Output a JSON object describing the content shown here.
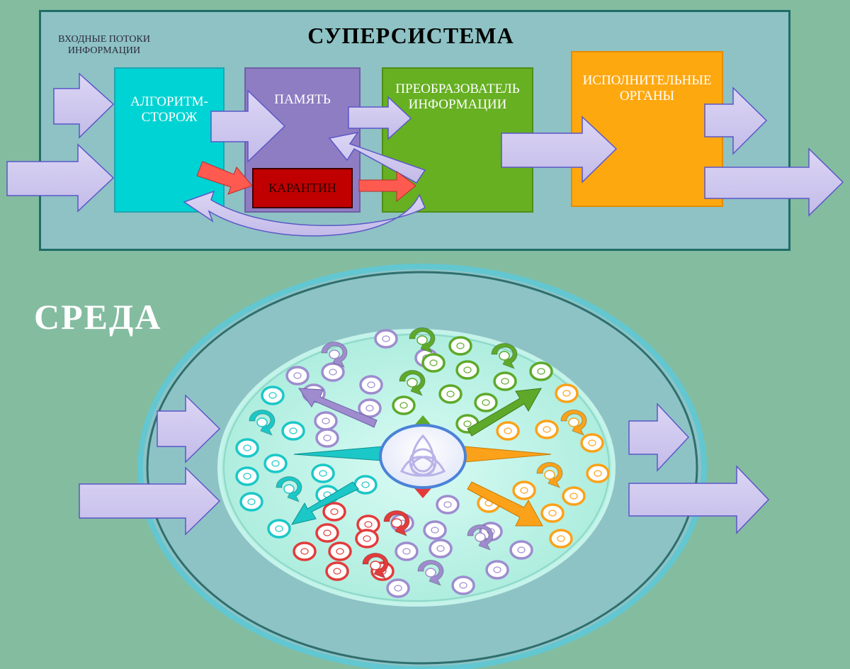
{
  "supersystem": {
    "title": "СУПЕРСИСТЕМА",
    "input_label": "ВХОДНЫЕ ПОТОКИ ИНФОРМАЦИИ"
  },
  "blocks": {
    "algorithm": {
      "label": "АЛГОРИТМ-СТОРОЖ",
      "color": "#00d3d3"
    },
    "memory": {
      "label": "ПАМЯТЬ",
      "color": "#8e7dc2"
    },
    "quarantine": {
      "label": "КАРАНТИН",
      "color": "#c00000"
    },
    "converter": {
      "label": "ПРЕОБРАЗОВАТЕЛЬ ИНФОРМАЦИИ",
      "color": "#66b022"
    },
    "executors": {
      "label": "ИСПОЛНИТЕЛЬНЫЕ ОРГАНЫ",
      "color": "#fea810"
    }
  },
  "environment": {
    "label": "СРЕДА"
  },
  "colors": {
    "flow_arrow": "#cfc8ee",
    "quarantine_arrow": "#ff5a50",
    "cyan": "#1cc7c7",
    "purple": "#9e8ccf",
    "green": "#5ea92a",
    "orange": "#fba21a",
    "red": "#e33b3b"
  }
}
